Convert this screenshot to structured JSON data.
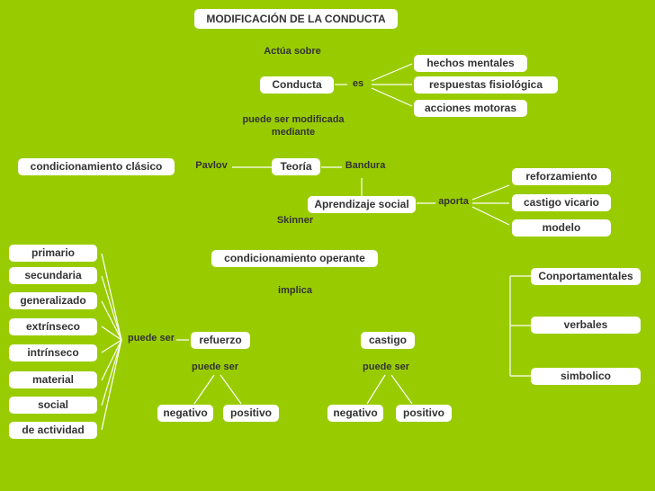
{
  "colors": {
    "background": "#99cc00",
    "node_fill": "#ffffff",
    "text": "#333333",
    "line": "#ffffff"
  },
  "nodes": {
    "root": "MODIFICACIÓN DE LA CONDUCTA",
    "conducta": "Conducta",
    "hechos_mentales": "hechos mentales",
    "respuestas_fisiologica": "respuestas fisiológica",
    "acciones_motoras": "acciones motoras",
    "teoria": "Teoría",
    "condicionamiento_clasico": "condicionamiento clásico",
    "aprendizaje_social": "Aprendizaje social",
    "reforzamiento": "reforzamiento",
    "castigo_vicario": "castigo vicario",
    "modelo": "modelo",
    "condicionamiento_operante": "condicionamiento operante",
    "conportamentales": "Conportamentales",
    "verbales": "verbales",
    "simbolico": "simbolico",
    "refuerzo": "refuerzo",
    "castigo": "castigo",
    "negativo_1": "negativo",
    "positivo_1": "positivo",
    "negativo_2": "negativo",
    "positivo_2": "positivo",
    "primario": "primario",
    "secundaria": "secundaria",
    "generalizado": "generalizado",
    "extrinseco": "extrínseco",
    "intrinseco": "intrínseco",
    "material": "material",
    "social": "social",
    "de_actividad": "de actividad"
  },
  "labels": {
    "actua_sobre": "Actúa sobre",
    "es": "es",
    "puede_ser_modificada": "puede ser modificada",
    "mediante": "mediante",
    "pavlov": "Pavlov",
    "bandura": "Bandura",
    "aporta": "aporta",
    "skinner": "Skinner",
    "implica": "implica",
    "puede_ser_left": "puede ser",
    "puede_ser_refuerzo": "puede ser",
    "puede_ser_castigo": "puede ser"
  }
}
